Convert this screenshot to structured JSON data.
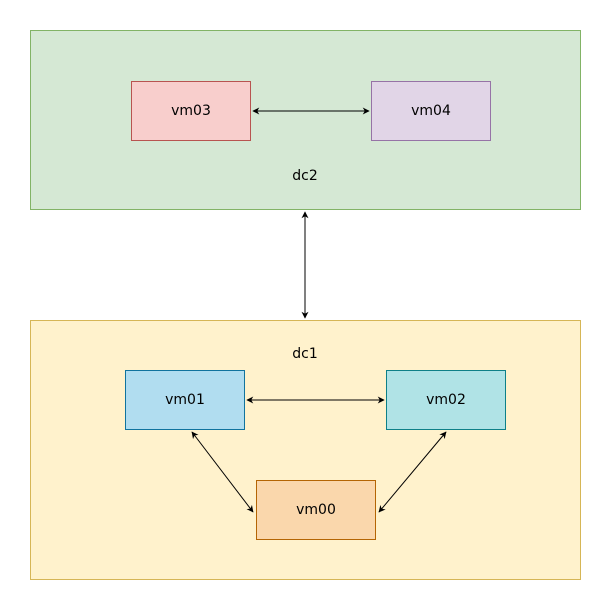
{
  "colors": {
    "dc2_fill": "#d5e8d4",
    "dc2_stroke": "#82b366",
    "dc1_fill": "#fff2cc",
    "dc1_stroke": "#d6b656",
    "vm03_fill": "#f8cecc",
    "vm03_stroke": "#b85450",
    "vm04_fill": "#e1d5e7",
    "vm04_stroke": "#9673a6",
    "vm01_fill": "#b1ddf0",
    "vm01_stroke": "#10739e",
    "vm02_fill": "#b0e3e6",
    "vm02_stroke": "#0e8088",
    "vm00_fill": "#fad7ac",
    "vm00_stroke": "#b46504",
    "arrow": "#000000"
  },
  "groups": {
    "dc2": {
      "label": "dc2"
    },
    "dc1": {
      "label": "dc1"
    }
  },
  "nodes": {
    "vm03": {
      "label": "vm03"
    },
    "vm04": {
      "label": "vm04"
    },
    "vm01": {
      "label": "vm01"
    },
    "vm02": {
      "label": "vm02"
    },
    "vm00": {
      "label": "vm00"
    }
  },
  "edges": [
    {
      "from": "vm03",
      "to": "vm04",
      "direction": "both"
    },
    {
      "from": "dc2",
      "to": "dc1",
      "direction": "both"
    },
    {
      "from": "vm01",
      "to": "vm02",
      "direction": "both"
    },
    {
      "from": "vm01",
      "to": "vm00",
      "direction": "both"
    },
    {
      "from": "vm02",
      "to": "vm00",
      "direction": "both"
    }
  ]
}
